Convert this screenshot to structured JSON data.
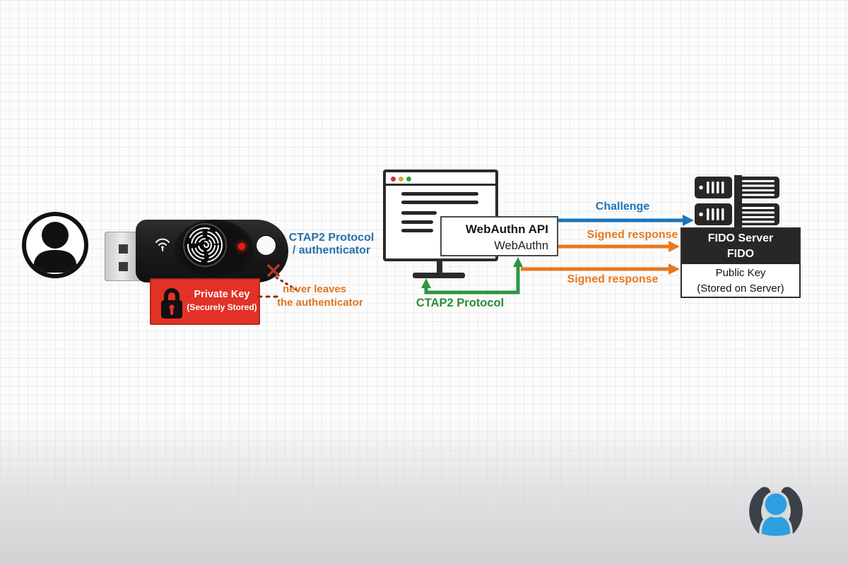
{
  "colors": {
    "blue": "#1b75bb",
    "orange": "#e8791c",
    "green": "#2e9640",
    "red_box": "#e23127",
    "dark": "#2b2b2b",
    "logo_blue": "#2e9fe0",
    "logo_gray": "#3b4148"
  },
  "user": {
    "icon": "person-circle-icon"
  },
  "authenticator": {
    "device_icon": "usb-security-key",
    "sensor_icon": "fingerprint-icon",
    "signal_icon": "nfc-signal-icon",
    "protocol_label": {
      "line1": "CTAP2 Protocol",
      "line2": "/ authenticator"
    },
    "private_key_box": {
      "icon": "lock-icon",
      "title": "Private Key",
      "subtitle": "(Securely Stored)"
    },
    "note": {
      "line1": "never leaves",
      "line2": "the authenticator"
    }
  },
  "client": {
    "window_icon": "browser-window-icon",
    "api_box": {
      "title": "WebAuthn API",
      "subtitle": "WebAuthn"
    },
    "ctap2_label": "CTAP2 Protocol"
  },
  "server": {
    "icon": "server-rack-icon",
    "title": "FIDO Server",
    "subtitle": "FIDO",
    "public_key": {
      "line1": "Public Key",
      "line2": "(Stored on Server)"
    }
  },
  "arrows": {
    "challenge": "Challenge",
    "signed_response_top": "Signed response",
    "signed_response_bottom": "Signed response"
  },
  "branding": {
    "icon": "person-logo"
  }
}
